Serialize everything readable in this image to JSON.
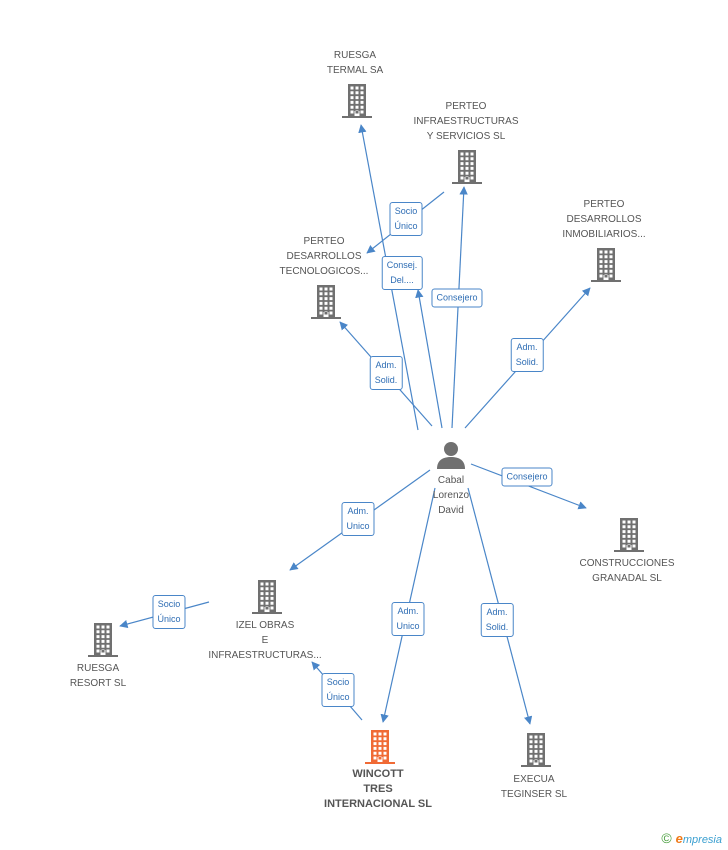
{
  "colors": {
    "edge": "#4a86c8",
    "building": "#707070",
    "building_focus": "#f06a35",
    "person": "#707070"
  },
  "person": {
    "name_lines": [
      "Cabal",
      "Lorenzo",
      "David"
    ],
    "icon": "person-icon"
  },
  "companies": [
    {
      "id": "ruesga-termal",
      "lines": [
        "RUESGA",
        "TERMAL SA"
      ],
      "icon": "building-icon"
    },
    {
      "id": "perteo-infra",
      "lines": [
        "PERTEO",
        "INFRAESTRUCTURAS",
        "Y SERVICIOS SL"
      ],
      "icon": "building-icon"
    },
    {
      "id": "perteo-inmo",
      "lines": [
        "PERTEO",
        "DESARROLLOS",
        "INMOBILIARIOS..."
      ],
      "icon": "building-icon"
    },
    {
      "id": "perteo-tecno",
      "lines": [
        "PERTEO",
        "DESARROLLOS",
        "TECNOLOGICOS..."
      ],
      "icon": "building-icon"
    },
    {
      "id": "construcciones",
      "lines": [
        "CONSTRUCCIONES",
        "GRANADAL SL"
      ],
      "icon": "building-icon"
    },
    {
      "id": "izel",
      "lines": [
        "IZEL OBRAS",
        "E",
        "INFRAESTRUCTURAS..."
      ],
      "icon": "building-icon"
    },
    {
      "id": "ruesga-resort",
      "lines": [
        "RUESGA",
        "RESORT SL"
      ],
      "icon": "building-icon"
    },
    {
      "id": "wincott",
      "lines": [
        "WINCOTT",
        "TRES",
        "INTERNACIONAL SL"
      ],
      "icon": "building-icon",
      "focus": true
    },
    {
      "id": "execua",
      "lines": [
        "EXECUA",
        "TEGINSER SL"
      ],
      "icon": "building-icon"
    }
  ],
  "relations": [
    {
      "id": "r1",
      "lines": [
        "Socio",
        "Único"
      ]
    },
    {
      "id": "r2",
      "lines": [
        "Consej.",
        "Del...."
      ]
    },
    {
      "id": "r3",
      "lines": [
        "Consejero"
      ]
    },
    {
      "id": "r4",
      "lines": [
        "Adm.",
        "Solid."
      ]
    },
    {
      "id": "r5",
      "lines": [
        "Adm.",
        "Solid."
      ]
    },
    {
      "id": "r6",
      "lines": [
        "Consejero"
      ]
    },
    {
      "id": "r7",
      "lines": [
        "Adm.",
        "Unico"
      ]
    },
    {
      "id": "r8",
      "lines": [
        "Socio",
        "Único"
      ]
    },
    {
      "id": "r9",
      "lines": [
        "Adm.",
        "Unico"
      ]
    },
    {
      "id": "r10",
      "lines": [
        "Adm.",
        "Solid."
      ]
    },
    {
      "id": "r11",
      "lines": [
        "Socio",
        "Único"
      ]
    }
  ],
  "footer": {
    "copyright_symbol": "©",
    "brand_initial": "e",
    "brand_rest": "mpresia"
  }
}
